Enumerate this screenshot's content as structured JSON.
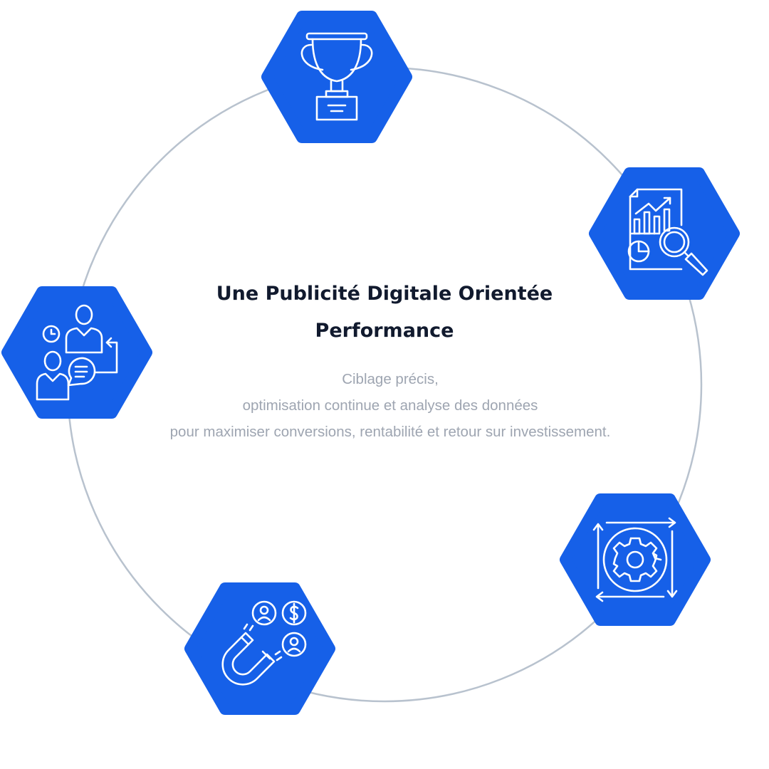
{
  "title": {
    "line1": "Une Publicité Digitale Orientée",
    "line2": "Performance"
  },
  "subtitle": {
    "line1": "Ciblage précis,",
    "line2": "optimisation continue et analyse des données",
    "line3": "pour maximiser conversions, rentabilité et retour sur investissement."
  },
  "colors": {
    "accent": "#1660E8",
    "ring": "#B8C2CE",
    "title": "#111A2E",
    "subtitle": "#9EA5B1"
  },
  "icons": [
    "trophy-icon",
    "analytics-report-icon",
    "team-communication-icon",
    "gear-cycle-icon",
    "customer-magnet-icon"
  ]
}
